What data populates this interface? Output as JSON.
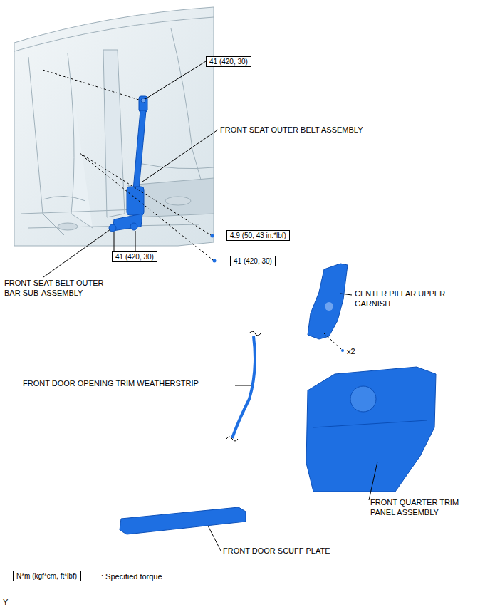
{
  "diagram": {
    "nodes": [
      {
        "text": [
          "41 (420, 30)"
        ]
      },
      {
        "text": [
          "4.9 (50, 43 in.*lbf)"
        ]
      },
      {
        "text": [
          "41 (420, 30)"
        ]
      },
      {
        "text": [
          "41 (420, 30)"
        ]
      },
      {
        "text": [
          "N*m (kgf*cm, ft*lbf)"
        ]
      }
    ],
    "labels": [
      "FRONT SEAT OUTER BELT ASSEMBLY",
      "FRONT SEAT BELT OUTER BAR SUB-ASSEMBLY",
      "CENTER PILLAR UPPER GARNISH",
      "x2",
      "FRONT DOOR OPENING TRIM WEATHERSTRIP",
      "FRONT QUARTER TRIM PANEL ASSEMBLY",
      "FRONT DOOR SCUFF PLATE",
      ": Specified torque",
      "Y"
    ]
  }
}
